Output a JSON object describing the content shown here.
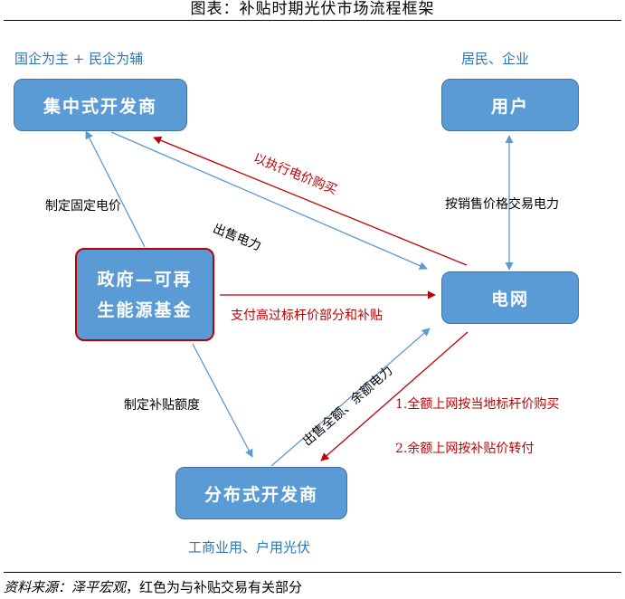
{
  "title": "图表：补贴时期光伏市场流程框架",
  "colors": {
    "box_fill": "#5B9BD5",
    "box_border": "#41719C",
    "blue_text": "#2E75B6",
    "red": "#C00000"
  },
  "captions": {
    "central_owner": "国企为主 + 民企为辅",
    "user_type": "居民、企业",
    "distributed_type": "工商业用、户用光伏"
  },
  "nodes": {
    "central_developer": "集中式开发商",
    "user": "用户",
    "government_line1": "政府—可再",
    "government_line2": "生能源基金",
    "grid": "电网",
    "distributed_developer": "分布式开发商"
  },
  "edges": {
    "fixed_price": "制定固定电价",
    "sell_power": "出售电力",
    "buy_at_price": "以执行电价购买",
    "sales_price": "按销售价格交易电力",
    "pay_subsidy": "支付高过标杆价部分和补贴",
    "sell_full_surplus": "出售全额、余额电力",
    "subsidy_amount": "制定补贴额度",
    "full_grid": "1.全额上网按当地标杆价购买",
    "surplus_grid": "2.余额上网按补贴价转付"
  },
  "source": {
    "label": "资料来源：泽平宏观",
    "note": "，红色为与补贴交易有关部分"
  }
}
